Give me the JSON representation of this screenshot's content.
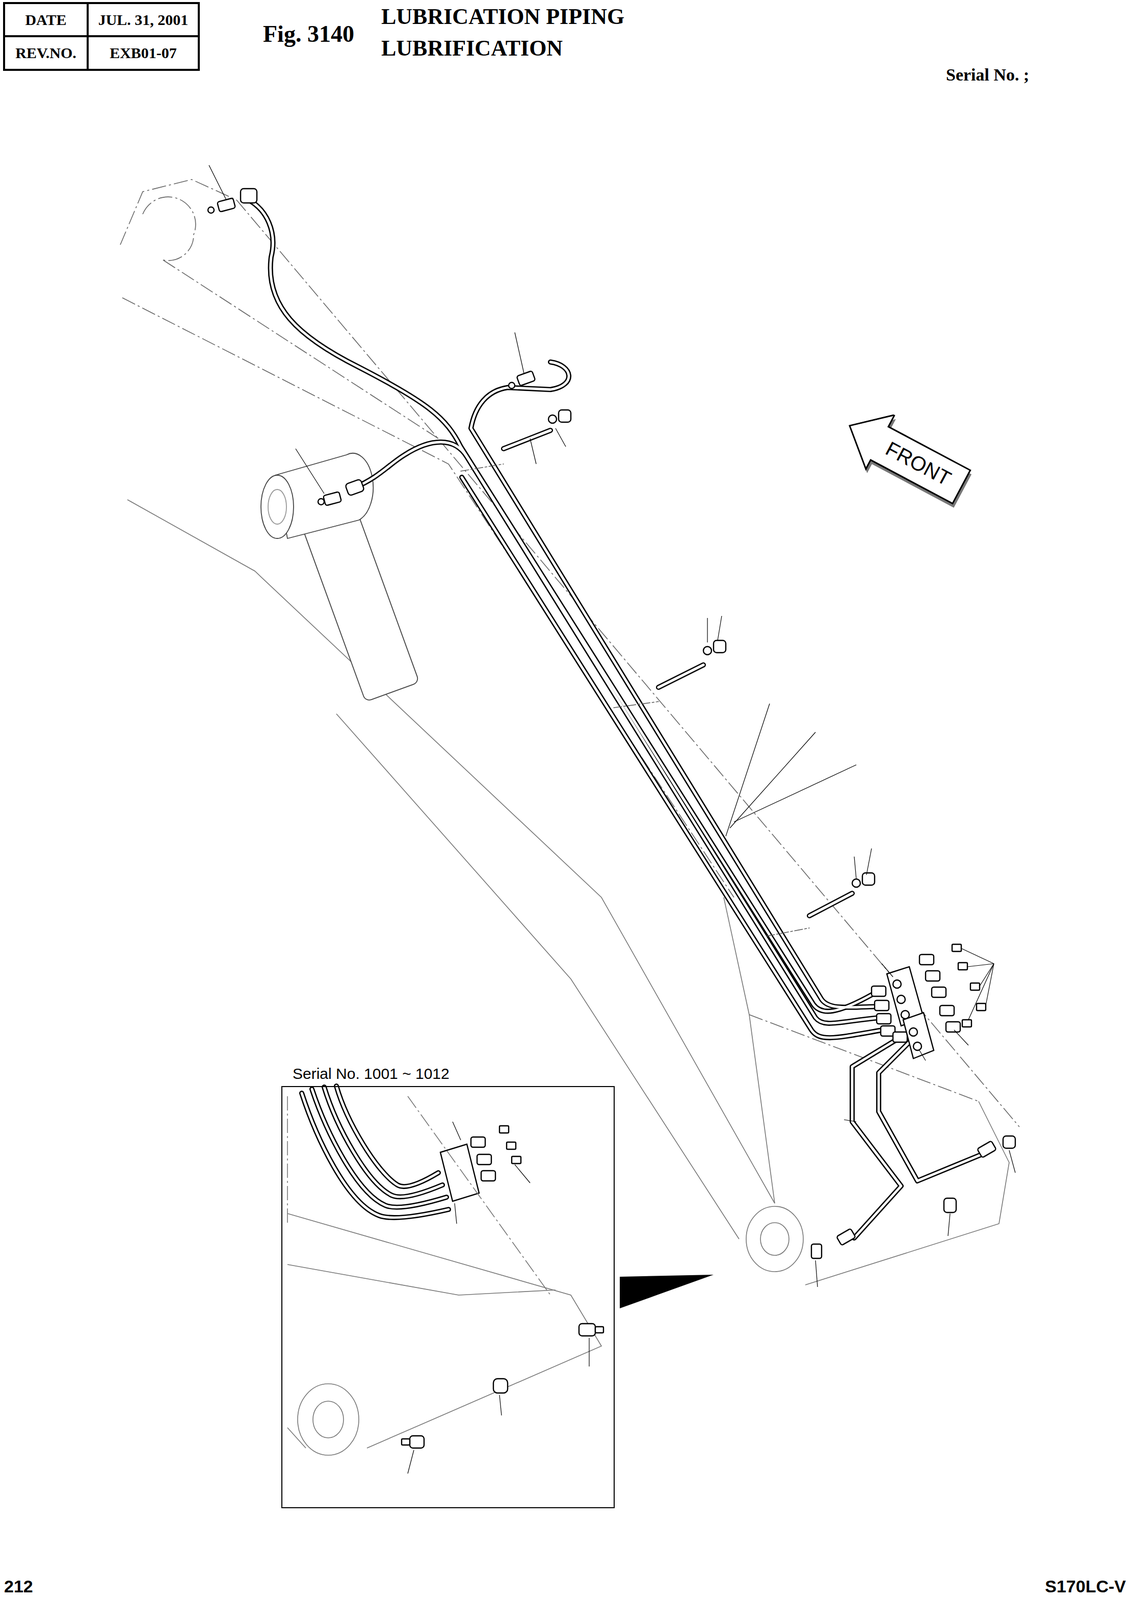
{
  "diagram": {
    "title": "LUBRICATION PIPING LUBRIFICATION",
    "nodes": [
      {
        "text": [
          "DATE"
        ]
      },
      {
        "text": [
          "JUL. 31, 2001"
        ]
      },
      {
        "text": [
          "REV.NO."
        ]
      },
      {
        "text": [
          "EXB01-07"
        ]
      },
      {
        "text": [
          "FRONT"
        ]
      },
      {
        "text": [
          "Serial No. 1001 ~ 1012"
        ]
      }
    ],
    "edges": [],
    "labels": [
      "Fig. 3140",
      "Serial No. ;",
      "212",
      "S170LC-V"
    ]
  }
}
